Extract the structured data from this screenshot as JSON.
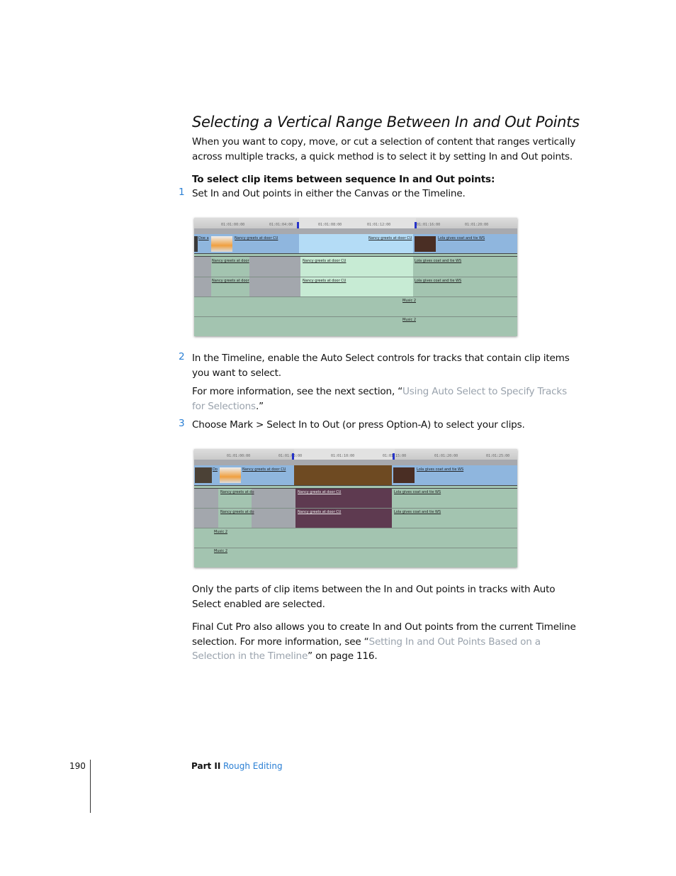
{
  "title": "Selecting a Vertical Range Between In and Out Points",
  "intro": "When you want to copy, move, or cut a selection of content that ranges vertically across multiple tracks, a quick method is to select it by setting In and Out points.",
  "procedure_heading": "To select clip items between sequence In and Out points:",
  "steps": [
    {
      "num": "1",
      "text": "Set In and Out points in either the Canvas or the Timeline."
    },
    {
      "num": "2",
      "text": "In the Timeline, enable the Auto Select controls for tracks that contain clip items you want to select."
    },
    {
      "num": "3",
      "text": "Choose Mark > Select In to Out (or press Option-A) to select your clips."
    }
  ],
  "more_info": {
    "pre": "For more information, see the next section, “",
    "link": "Using Auto Select to Specify Tracks for Selections",
    "post": ".”"
  },
  "result": "Only the parts of clip items between the In and Out points in tracks with Auto Select enabled are selected.",
  "final": {
    "pre": "Final Cut Pro also allows you to create In and Out points from the current Timeline selection. For more information, see “",
    "link": "Setting In and Out Points Based on a Selection in the Timeline",
    "post": "” on page 116."
  },
  "timeline1": {
    "ruler": [
      "01:01:00:00",
      "01:01:04:00",
      "01:01:08:00",
      "01:01:12:00",
      "01:01:16:00",
      "01:01:20:00"
    ],
    "video": [
      "Doe a",
      "Nancy greets at door CU",
      "Nancy greets at door CU",
      "Lola gives coat and tie WS"
    ],
    "audio": [
      "Nancy greets at door",
      "Nancy greets at door CU",
      "Lola gives coat and tie WS"
    ],
    "music": "Music 2"
  },
  "timeline2": {
    "ruler": [
      "01:01:00:00",
      "01:01:05:00",
      "01:01:10:00",
      "01:01:15:00",
      "01:01:20:00",
      "01:01:25:00"
    ],
    "video": [
      "Do",
      "Nancy greets at door CU",
      "Lola gives coat and tie WS"
    ],
    "audio": [
      "Nancy greets at do",
      "Nancy greets at door CU",
      "Lola gives coat and tie WS"
    ],
    "music": "Music 2"
  },
  "colors": {
    "accent": "#2a7fd4",
    "link": "#9aa3ad",
    "selected_video": "#6e4a22",
    "selected_audio": "#5e3a50"
  },
  "footer": {
    "page": "190",
    "part": "Part II",
    "section": "Rough Editing"
  }
}
